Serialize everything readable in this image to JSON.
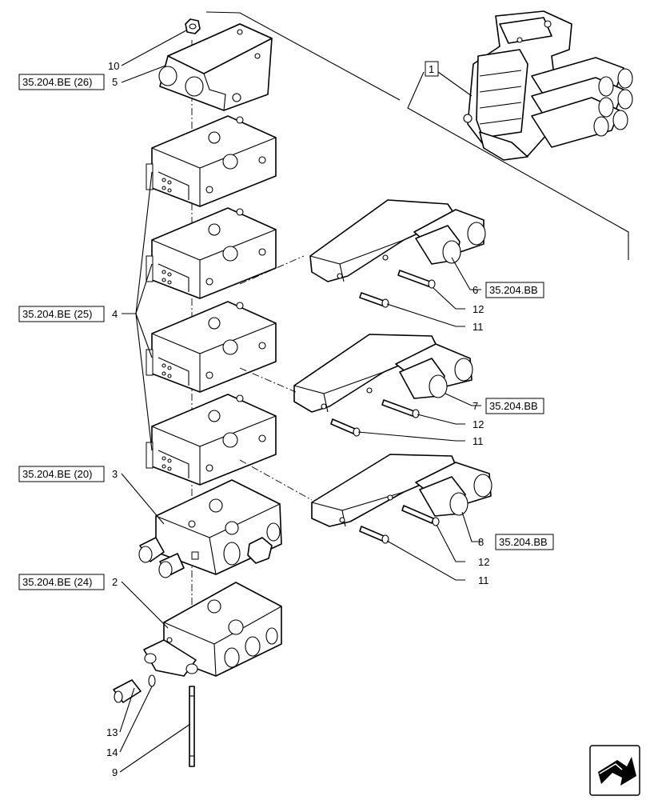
{
  "refs": {
    "part5": "35.204.BE (26)",
    "part4": "35.204.BE (25)",
    "part3": "35.204.BE (20)",
    "part2": "35.204.BE (24)",
    "part6": "35.204.BB",
    "part7": "35.204.BB",
    "part8": "35.204.BB",
    "overview": "1"
  },
  "parts": {
    "p10": "10",
    "p5": "5",
    "p4": "4",
    "p3": "3",
    "p2": "2",
    "p13": "13",
    "p14": "14",
    "p9": "9",
    "p6": "6",
    "p7": "7",
    "p8": "8",
    "p11": "11",
    "p12": "12"
  },
  "icons": {
    "navigation": "navigation-arrow-icon"
  }
}
